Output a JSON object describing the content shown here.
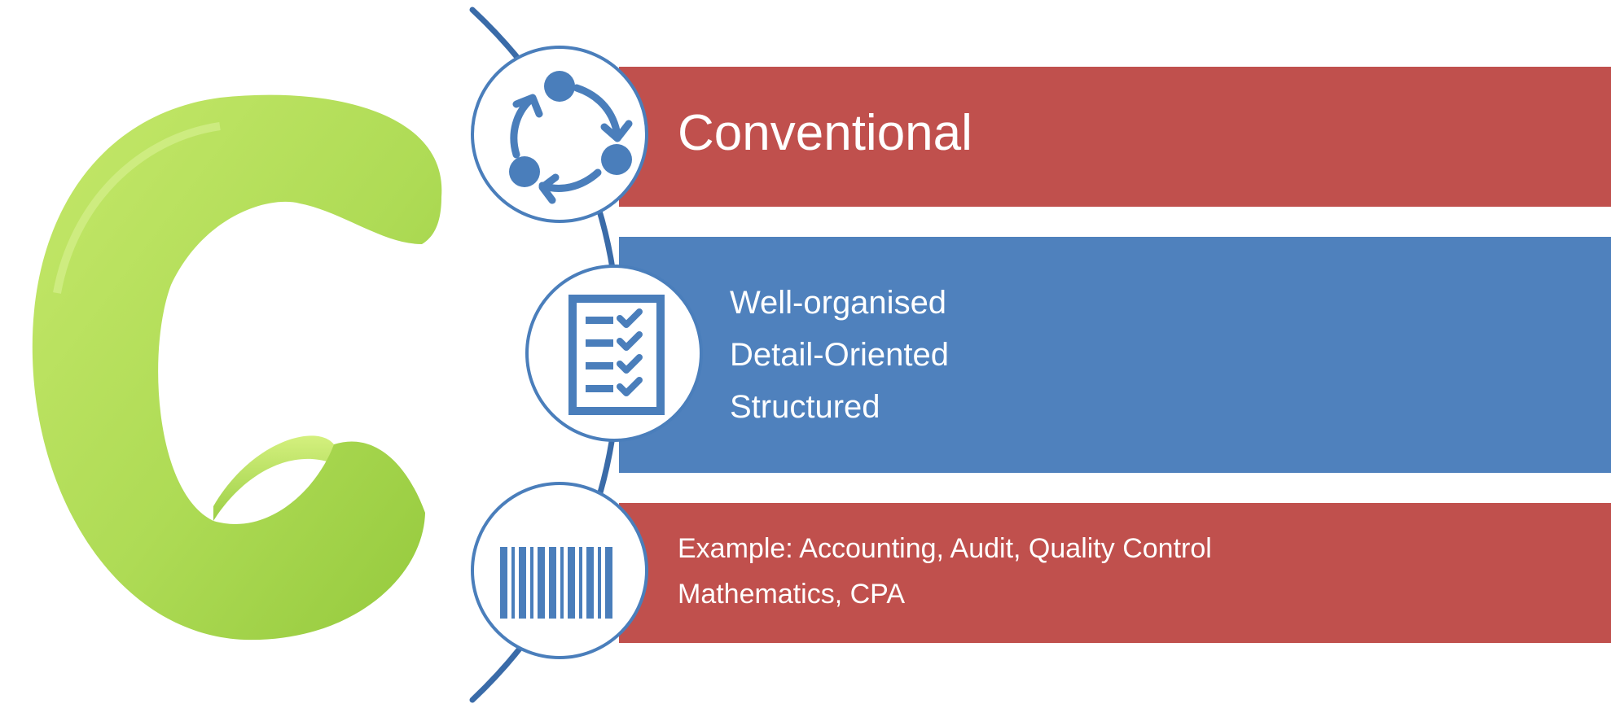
{
  "header": {
    "title": "Conventional"
  },
  "traits": [
    "Well-organised",
    "Detail-Oriented",
    "Structured"
  ],
  "examples": {
    "line1": "Example: Accounting, Audit, Quality Control",
    "line2": "Mathematics, CPA"
  },
  "icons": [
    "letter-c-icon",
    "cycle-icon",
    "checklist-icon",
    "barcode-icon"
  ],
  "colors": {
    "red_band": "#c0504d",
    "blue_band": "#4f81bd",
    "icon_blue": "#4a7ebb",
    "letter_green": "#a9d94f"
  }
}
